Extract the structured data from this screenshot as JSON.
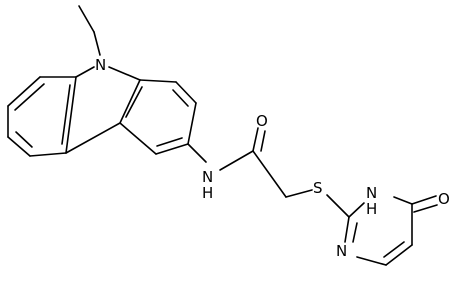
{
  "molecule": {
    "atom_labels": {
      "carbazole_n": "N",
      "amide_nh": "N\nH",
      "carbonyl_o": "O",
      "thioether_s": "S",
      "pyrimidine_n_upper": "N\nH",
      "pyrimidine_n_lower": "N",
      "oxo_o": "O"
    }
  }
}
